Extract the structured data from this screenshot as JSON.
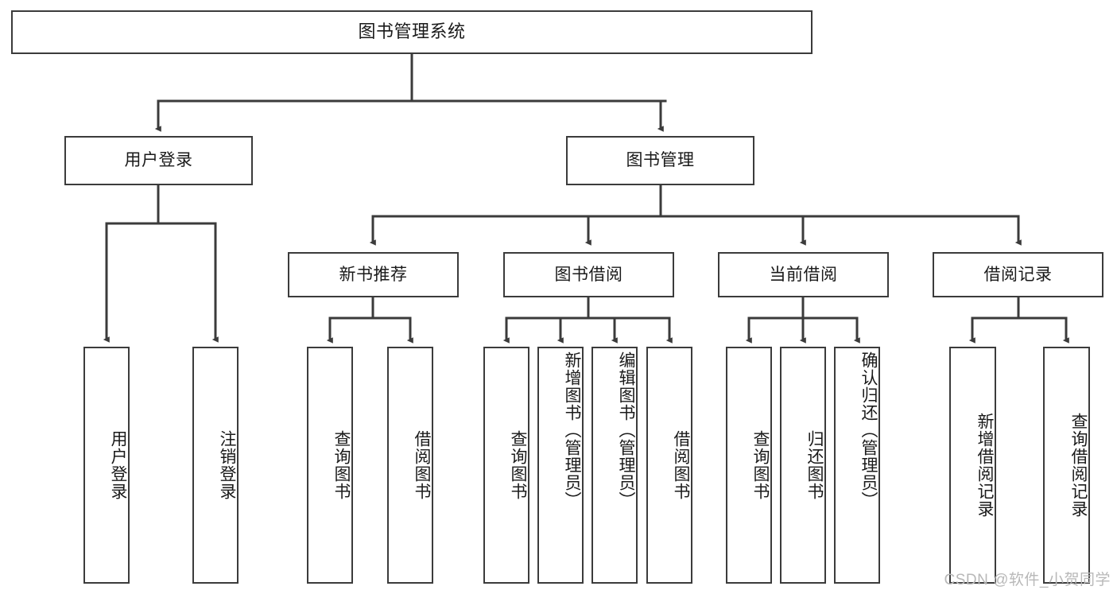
{
  "diagram": {
    "type": "tree-hierarchy-chart",
    "title": "图书管理系统",
    "orientation": "top-down",
    "colors": {
      "box_border": "#3b3b3b",
      "box_fill": "#ffffff",
      "edge": "#3b3b3b",
      "text": "#1a1a1a",
      "watermark": "#b8b8b8"
    },
    "levels": 3
  },
  "root": {
    "label": "图书管理系统"
  },
  "level2": [
    {
      "label": "用户登录"
    },
    {
      "label": "图书管理"
    }
  ],
  "level3": [
    {
      "label": "新书推荐"
    },
    {
      "label": "图书借阅"
    },
    {
      "label": "当前借阅"
    },
    {
      "label": "借阅记录"
    }
  ],
  "leaves": {
    "user_login": [
      {
        "label": "用户登录"
      },
      {
        "label": "注销登录"
      }
    ],
    "new_book_recommend": [
      {
        "label": "查询图书"
      },
      {
        "label": "借阅图书"
      }
    ],
    "book_borrow": [
      {
        "label": "查询图书"
      },
      {
        "label": "新增图书（管理员）"
      },
      {
        "label": "编辑图书（管理员）"
      },
      {
        "label": "借阅图书"
      }
    ],
    "current_borrow": [
      {
        "label": "查询图书"
      },
      {
        "label": "归还图书"
      },
      {
        "label": "确认归还（管理员）"
      }
    ],
    "borrow_record": [
      {
        "label": "新增借阅记录"
      },
      {
        "label": "查询借阅记录"
      }
    ]
  },
  "watermark": {
    "text": "CSDN @软件_小贺同学"
  }
}
